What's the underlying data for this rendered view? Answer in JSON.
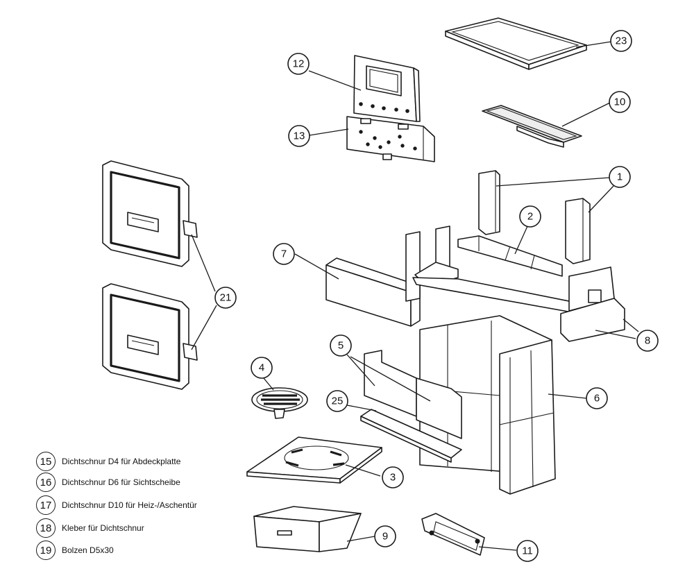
{
  "callouts": [
    "1",
    "2",
    "3",
    "4",
    "5",
    "6",
    "7",
    "8",
    "9",
    "10",
    "11",
    "12",
    "13",
    "21",
    "23",
    "25"
  ],
  "legend": [
    {
      "num": "15",
      "text": "Dichtschnur D4 für Abdeckplatte"
    },
    {
      "num": "16",
      "text": "Dichtschnur D6 für Sichtscheibe"
    },
    {
      "num": "17",
      "text": "Dichtschnur D10 für Heiz-/Aschentür"
    },
    {
      "num": "18",
      "text": "Kleber für Dichtschnur"
    },
    {
      "num": "19",
      "text": "Bolzen D5x30"
    }
  ]
}
